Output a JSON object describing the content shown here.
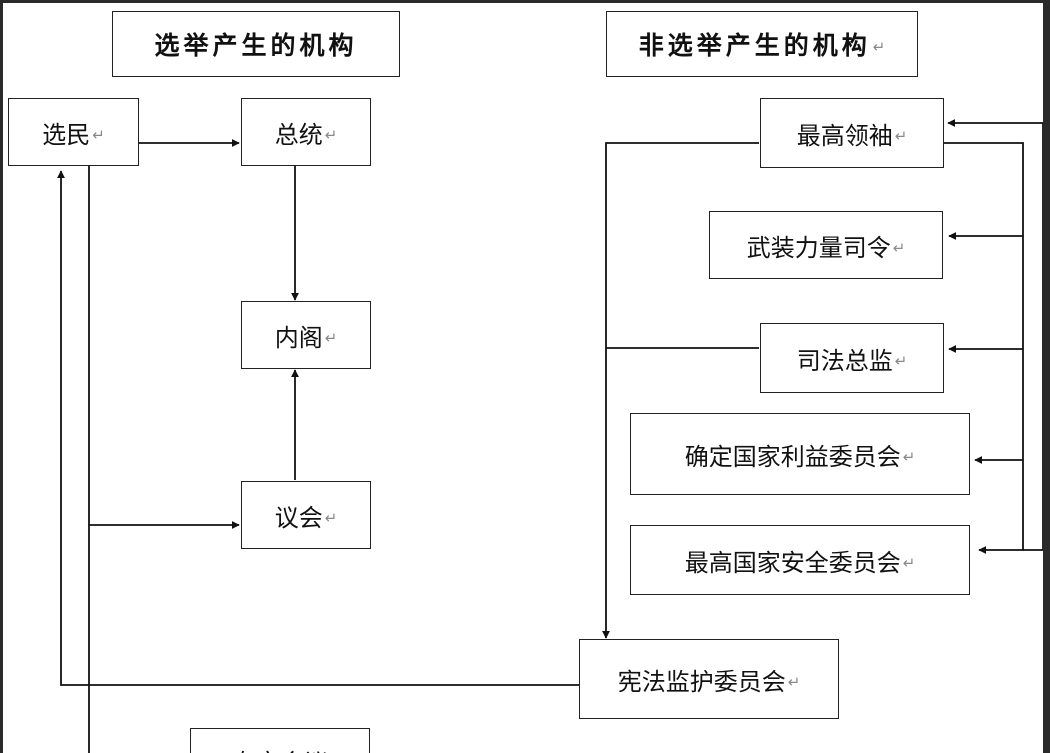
{
  "headers": {
    "elected": "选举产生的机构",
    "non_elected": "非选举产生的机构"
  },
  "paragraph_mark": "↵",
  "nodes": {
    "voters": "选民",
    "president": "总统",
    "cabinet": "内阁",
    "parliament": "议会",
    "supreme_leader": "最高领袖",
    "armed_forces_commander": "武装力量司令",
    "judiciary_chief": "司法总监",
    "expediency_council": "确定国家利益委员会",
    "national_security_council": "最高国家安全委员会",
    "guardian_council": "宪法监护委员会"
  },
  "partial_bottom_box": "专家会议",
  "colors": {
    "frame": "#2a2a2a",
    "line": "#111111",
    "mark": "#888888"
  }
}
